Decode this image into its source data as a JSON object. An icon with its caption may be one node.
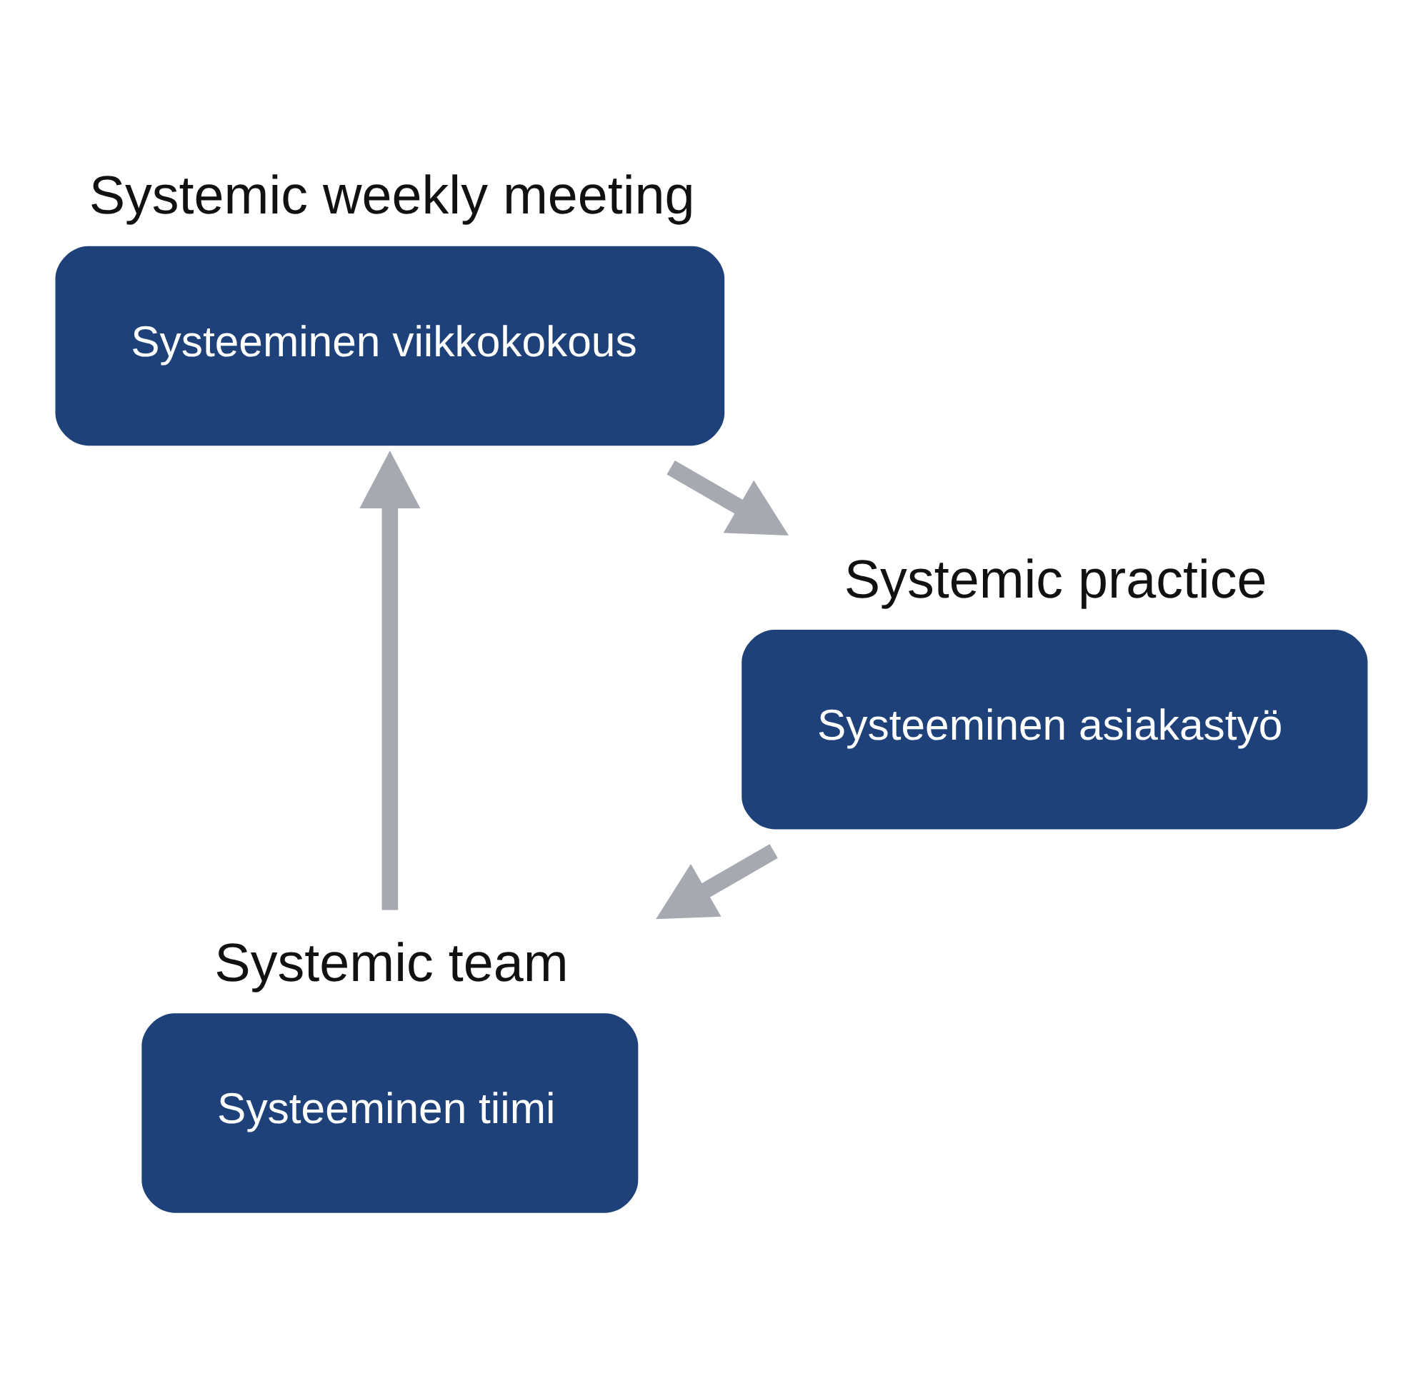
{
  "diagram": {
    "nodes": [
      {
        "text": [
          "Systeeminen tiimi"
        ],
        "beside": [
          "Systemic team"
        ]
      },
      {
        "text": [
          "Systeeminen viikkokokous"
        ],
        "beside": [
          "Systemic weekly meeting"
        ]
      },
      {
        "text": [
          "Systeeminen asiakastyö"
        ],
        "beside": [
          "Systemic practice"
        ]
      }
    ],
    "edges": [
      {
        "from": 0,
        "to": 1,
        "arrow": "to"
      },
      {
        "from": 1,
        "to": 2,
        "arrow": "to"
      },
      {
        "from": 2,
        "to": 0,
        "arrow": "to"
      }
    ]
  }
}
